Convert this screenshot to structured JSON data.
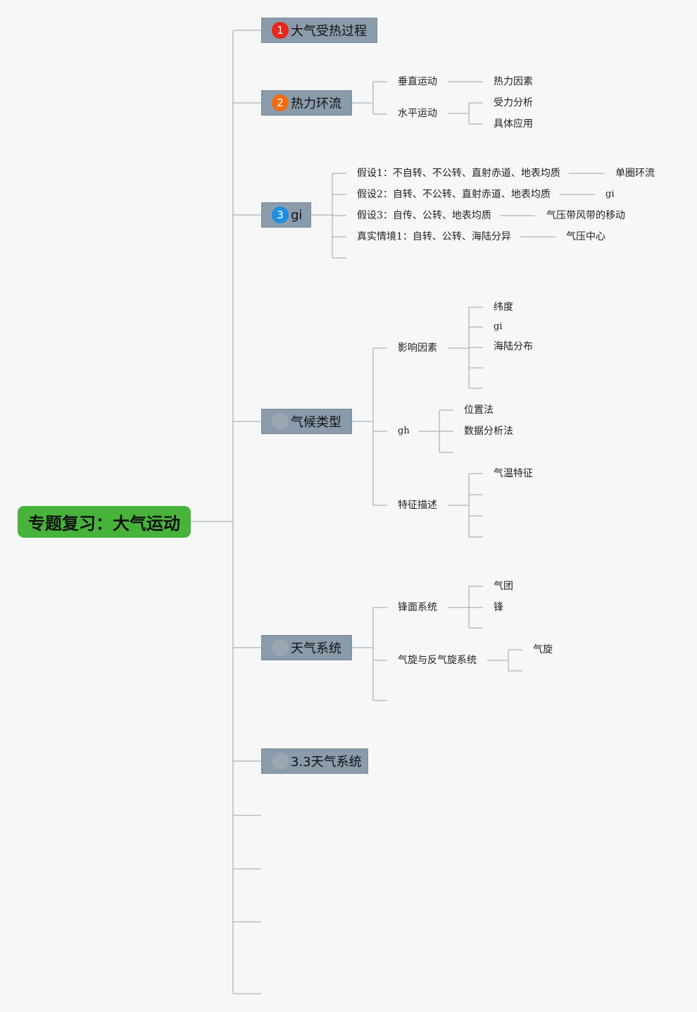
{
  "root": {
    "label": "专题复习：大气运动"
  },
  "topics": [
    {
      "num": "1",
      "label": "大气受热过程",
      "badge_color": "#e8261b"
    },
    {
      "num": "2",
      "label": "热力环流",
      "badge_color": "#f06d14"
    },
    {
      "num": "3",
      "label": "gi",
      "badge_color": "#1e8fe0"
    },
    {
      "num": "",
      "label": "气候类型",
      "badge_color": "#9aa6b1"
    },
    {
      "num": "",
      "label": "天气系统",
      "badge_color": "#9aa6b1"
    },
    {
      "num": "",
      "label": "3.3天气系统",
      "badge_color": "#9aa6b1"
    }
  ],
  "branches": {
    "thermal": {
      "vertical": "垂直运动",
      "vertical_child": "热力因素",
      "horizontal": "水平运动",
      "horizontal_children": [
        "受力分析",
        "具体应用"
      ]
    },
    "gi": {
      "items": [
        {
          "label": "假设1：不自转、不公转、直射赤道、地表均质",
          "child": "单圈环流"
        },
        {
          "label": "假设2：自转、不公转、直射赤道、地表均质",
          "child": "gi"
        },
        {
          "label": "假设3：自传、公转、地表均质",
          "child": "气压带风带的移动"
        },
        {
          "label": "真实情境1：自转、公转、海陆分异",
          "child": "气压中心"
        }
      ]
    },
    "climate": {
      "factors": "影响因素",
      "factor_children": [
        "纬度",
        "gi",
        "海陆分布"
      ],
      "gh": "gh",
      "gh_children": [
        "位置法",
        "数据分析法"
      ],
      "features": "特征描述",
      "feature_children": [
        "气温特征"
      ]
    },
    "weather": {
      "front": "锋面系统",
      "front_children": [
        "气团",
        "锋"
      ],
      "cyclone": "气旋与反气旋系统",
      "cyclone_children": [
        "气旋"
      ]
    }
  },
  "colors": {
    "root_bg": "#47b33b",
    "topic_bg": "#8a9bab",
    "line": "#aab4be",
    "bg": "#f7f7f8"
  }
}
